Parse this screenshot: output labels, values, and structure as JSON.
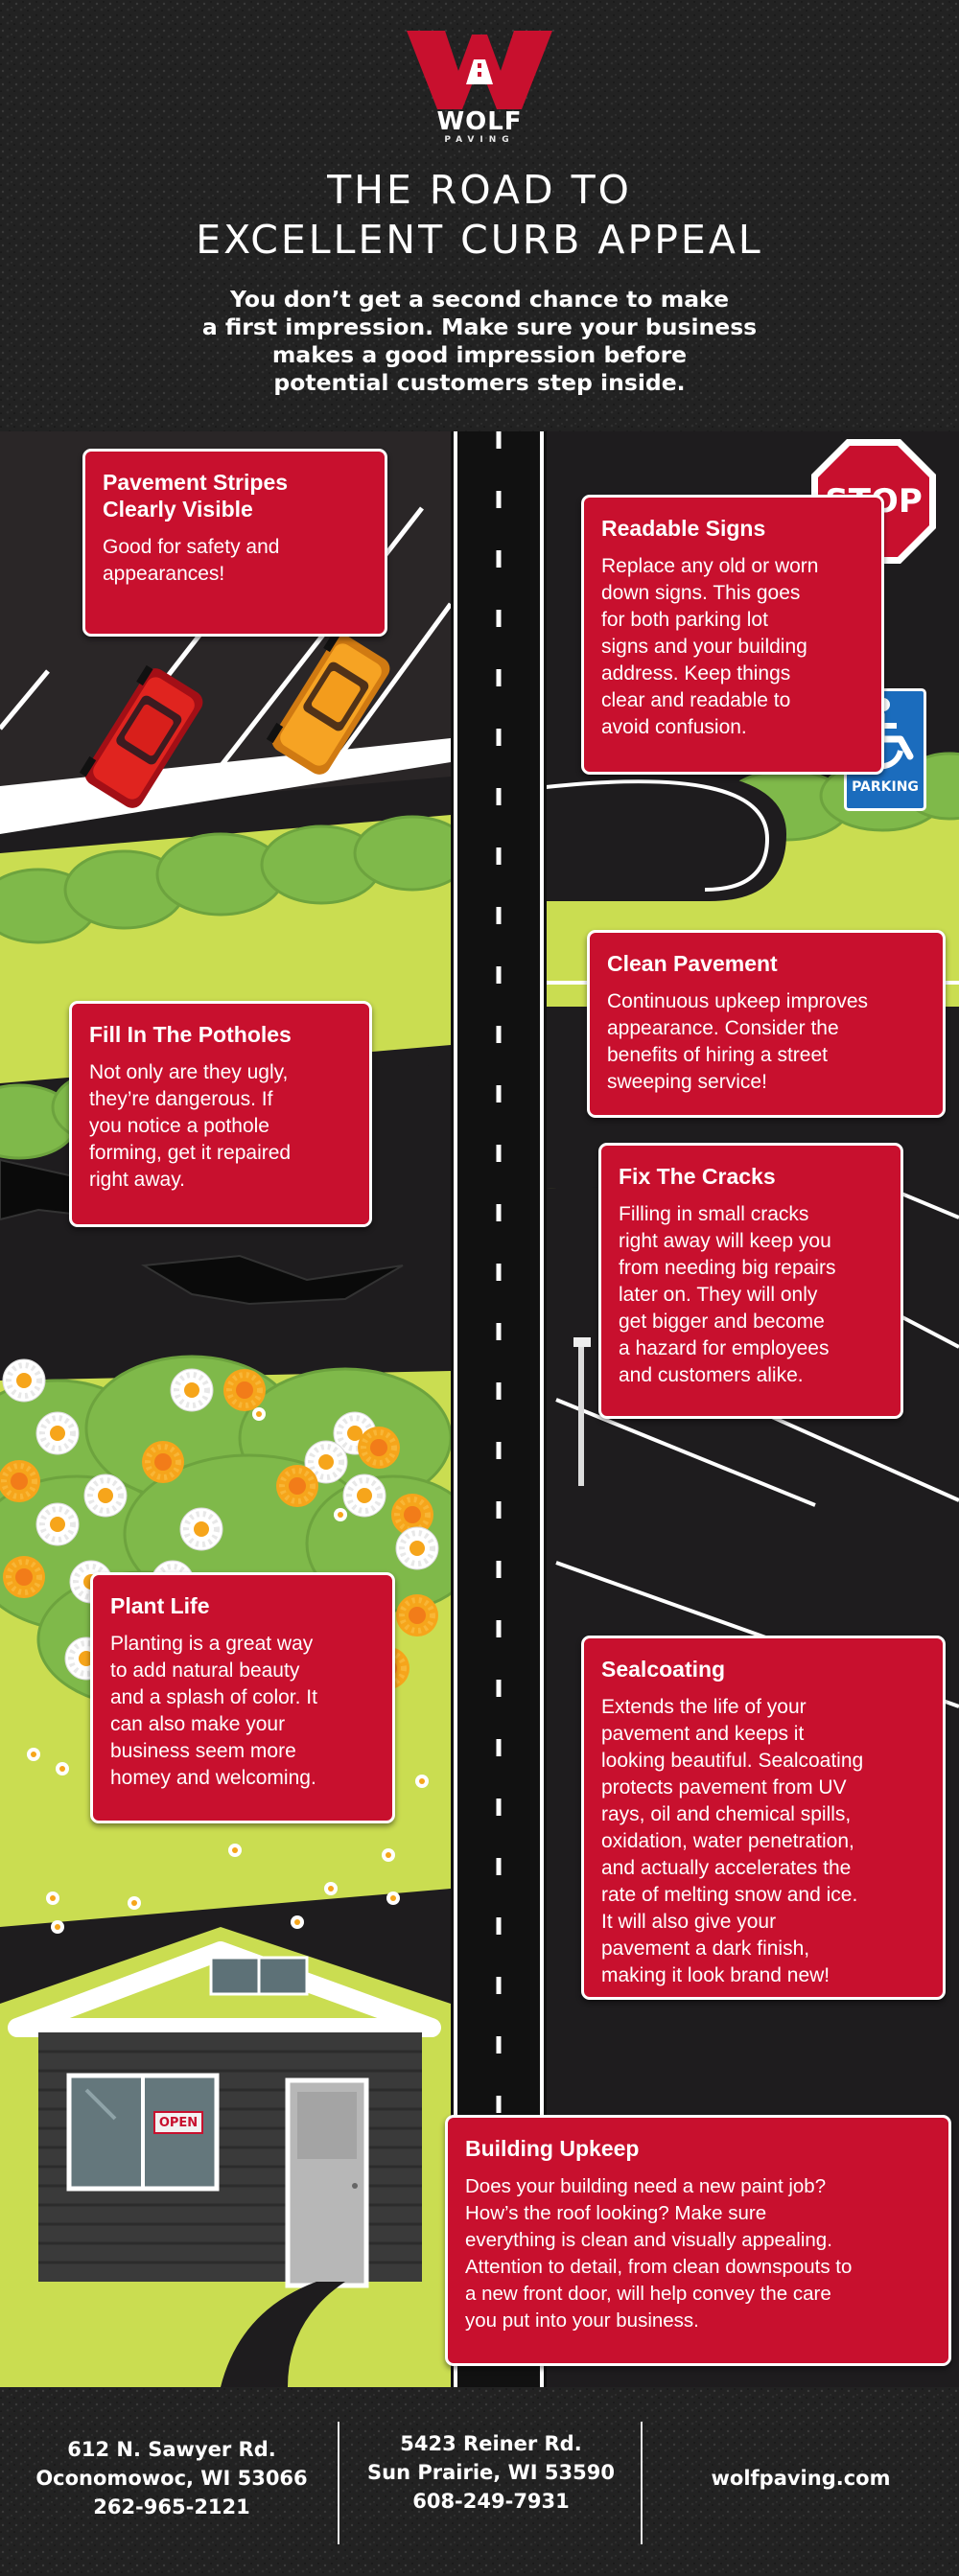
{
  "brand": {
    "name": "WOLF",
    "sub": "PAVING"
  },
  "header": {
    "title_line1": "THE ROAD TO",
    "title_line2": "EXCELLENT CURB APPEAL",
    "intro_line1": "You don’t get a second chance to make",
    "intro_line2": "a first impression. Make sure your business",
    "intro_line3": "makes a good impression before",
    "intro_line4": "potential customers step inside."
  },
  "signs": {
    "stop": "STOP",
    "parking": "PARKING",
    "open": "OPEN"
  },
  "cards": {
    "stripes": {
      "title_line1": "Pavement Stripes",
      "title_line2": "Clearly Visible",
      "body_line1": "Good for safety and",
      "body_line2": "appearances!"
    },
    "signs": {
      "title": "Readable Signs",
      "body_lines": [
        "Replace any old or worn",
        "down signs. This goes",
        "for both parking lot",
        "signs and your building",
        "address. Keep things",
        "clear and readable to",
        "avoid confusion."
      ]
    },
    "clean": {
      "title": "Clean Pavement",
      "body_lines": [
        "Continuous upkeep improves",
        "appearance. Consider the",
        "benefits of hiring a street",
        "sweeping service!"
      ]
    },
    "potholes": {
      "title": "Fill In The Potholes",
      "body_lines": [
        "Not only are they ugly,",
        "they’re dangerous. If",
        "you notice a pothole",
        "forming, get it repaired",
        "right away."
      ]
    },
    "cracks": {
      "title": "Fix The Cracks",
      "body_lines": [
        "Filling in small cracks",
        "right away will keep you",
        "from needing big repairs",
        "later on. They will only",
        "get bigger and become",
        "a hazard for employees",
        "and customers alike."
      ]
    },
    "plants": {
      "title": "Plant Life",
      "body_lines": [
        "Planting is a great way",
        "to add natural beauty",
        "and a splash of color. It",
        "can also make your",
        "business seem more",
        "homey and welcoming."
      ]
    },
    "sealcoating": {
      "title": "Sealcoating",
      "body_lines": [
        "Extends the life of your",
        "pavement and keeps it",
        "looking beautiful. Sealcoating",
        "protects pavement from UV",
        "rays, oil and chemical spills,",
        "oxidation, water penetration,",
        "and actually accelerates the",
        "rate of melting snow and ice.",
        "It will also give your",
        "pavement a dark finish,",
        "making it look brand new!"
      ]
    },
    "building": {
      "title": "Building Upkeep",
      "body_lines": [
        "Does your building need a new paint job?",
        "How’s the roof looking? Make sure",
        "everything is clean and visually appealing.",
        "Attention to detail, from clean downspouts to",
        "a new front door, will help convey the care",
        "you put into your business."
      ]
    }
  },
  "footer": {
    "office1": {
      "street": "612 N. Sawyer Rd.",
      "city": "Oconomowoc, WI 53066",
      "phone": "262-965-2121"
    },
    "office2": {
      "street": "5423 Reiner Rd.",
      "city": "Sun Prairie, WI 53590",
      "phone": "608-249-7931"
    },
    "website": "wolfpaving.com"
  },
  "colors": {
    "card_red": "#c8102e",
    "grass": "#cadd51",
    "bush": "#7fb94a",
    "asphalt": "#1e1c1e",
    "road": "#111111",
    "flower_yellow": "#f6a51b"
  }
}
